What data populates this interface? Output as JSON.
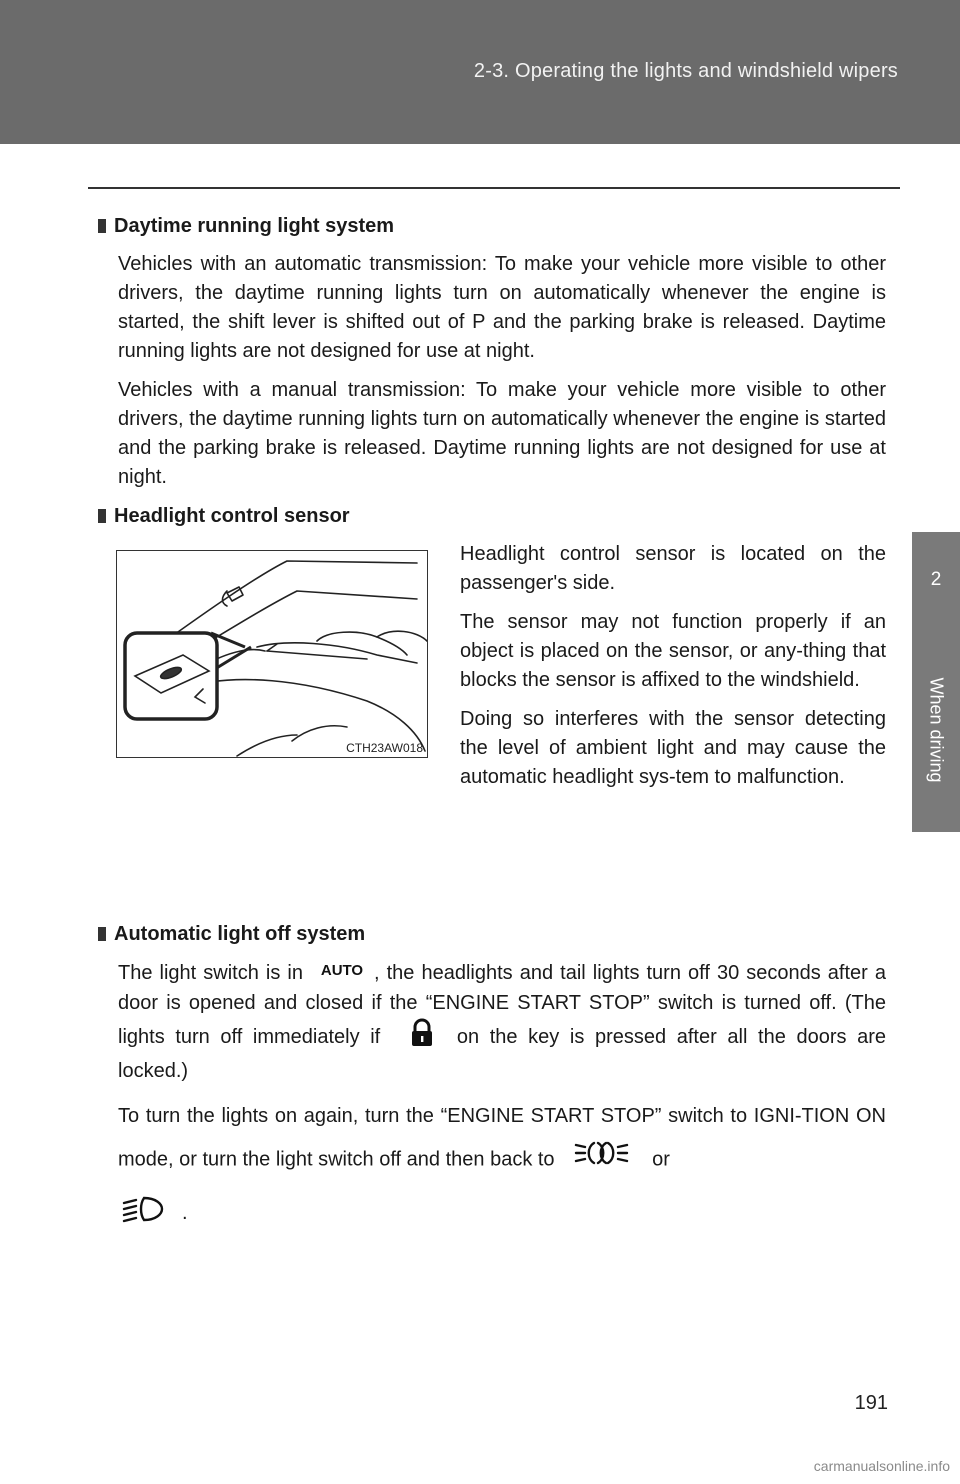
{
  "header": {
    "section_title": "2-3. Operating the lights and windshield wipers"
  },
  "side_tab": {
    "chapter_number": "2",
    "chapter_label": "When driving"
  },
  "sections": {
    "drl": {
      "heading": "Daytime running light system",
      "para1": "Vehicles with an automatic transmission: To make your vehicle more visible to other drivers, the daytime running lights turn on automatically whenever the engine is started, the shift lever is shifted out of P and the parking brake is released. Daytime running lights are not designed for use at night.",
      "para2": "Vehicles with a manual transmission: To make your vehicle more visible to other drivers, the daytime running lights turn on automatically whenever the engine is started and the parking brake is released. Daytime running lights are not designed for use at night."
    },
    "sensor": {
      "heading": "Headlight control sensor",
      "figure_caption": "CTH23AW018",
      "para1": "Headlight control sensor is located on the passenger's side.",
      "para2": "The sensor may not function properly if an object is placed on the sensor, or any-thing that blocks the sensor is affixed to the windshield.",
      "para3": "Doing so interferes with the sensor detecting the level of ambient light and may cause the automatic headlight sys-tem to malfunction."
    },
    "auto_off": {
      "heading": "Automatic light off system",
      "p1_a": "The light switch is in",
      "auto_icon_text": "AUTO",
      "p1_b": ", the headlights and tail lights turn off 30 seconds after a door is opened and closed if the “ENGINE START STOP” switch is turned off. (The lights turn off immediately if",
      "p1_c": "on the key is pressed after all the doors are locked.)",
      "p2_a": "To turn the lights on again, turn the “ENGINE START STOP” switch to IGNI-TION ON mode, or turn the light switch off and then back to",
      "p2_b": "or",
      "p2_c": "."
    }
  },
  "footer": {
    "page_number": "191",
    "watermark": "carmanualsonline.info"
  },
  "icons": {
    "lock": "lock-icon",
    "tail_lights": "tail-light-icon",
    "headlight": "headlight-icon"
  }
}
